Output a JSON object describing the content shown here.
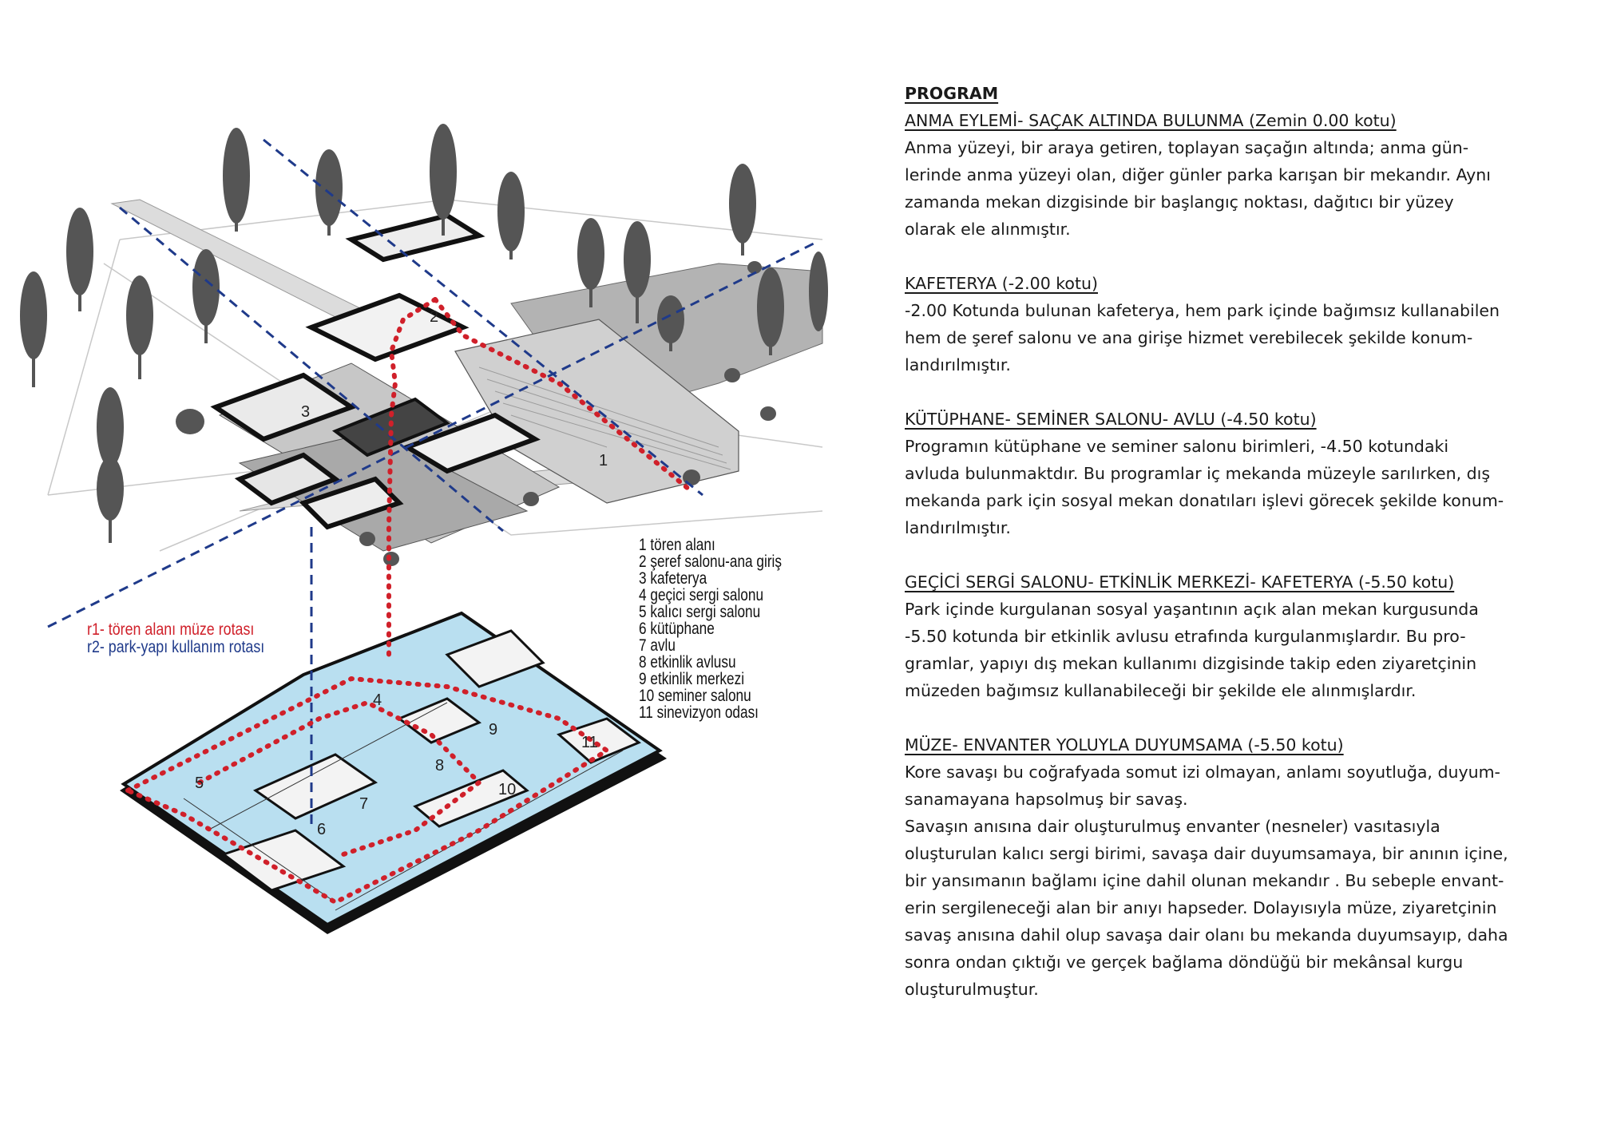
{
  "legend": {
    "items": [
      "1 tören alanı",
      "2 şeref salonu-ana giriş",
      "3 kafeterya",
      "4 geçici sergi salonu",
      "5 kalıcı sergi salonu",
      "6 kütüphane",
      "7 avlu",
      "8 etkinlik avlusu",
      "9 etkinlik merkezi",
      "10 seminer salonu",
      "11 sinevizyon odası"
    ]
  },
  "routes": {
    "r1": "r1- tören alanı müze rotası",
    "r2": "r2- park-yapı kullanım rotası",
    "r1_color": "#d0202a",
    "r2_color": "#1f3a8a"
  },
  "diagram_labels": {
    "n1": "1",
    "n2": "2",
    "n3": "3",
    "n4": "4",
    "n5": "5",
    "n6": "6",
    "n7": "7",
    "n8": "8",
    "n9": "9",
    "n10": "10",
    "n11": "11"
  },
  "program": {
    "title": "PROGRAM",
    "sections": [
      {
        "heading": "ANMA EYLEMİ- SAÇAK ALTINDA BULUNMA  (Zemin 0.00 kotu)",
        "lines": [
          "Anma yüzeyi, bir araya getiren, toplayan saçağın altında; anma gün-",
          "lerinde anma yüzeyi olan, diğer günler parka karışan bir mekandır. Aynı",
          "zamanda mekan dizgisinde bir başlangıç noktası, dağıtıcı bir yüzey",
          "olarak ele alınmıştır."
        ]
      },
      {
        "heading": "KAFETERYA (-2.00 kotu)",
        "lines": [
          "-2.00 Kotunda bulunan kafeterya, hem park içinde bağımsız kullanabilen",
          "hem de şeref salonu ve ana girişe hizmet verebilecek şekilde konum-",
          "landırılmıştır."
        ]
      },
      {
        "heading": "KÜTÜPHANE- SEMİNER SALONU- AVLU  (-4.50 kotu)",
        "lines": [
          "Programın kütüphane ve seminer salonu birimleri, -4.50 kotundaki",
          "avluda bulunmaktdır. Bu programlar iç mekanda müzeyle sarılırken, dış",
          "mekanda park için sosyal mekan donatıları işlevi görecek şekilde konum-",
          "landırılmıştır."
        ]
      },
      {
        "heading": "GEÇİCİ SERGİ SALONU- ETKİNLİK MERKEZİ- KAFETERYA (-5.50 kotu)",
        "lines": [
          "Park içinde kurgulanan sosyal yaşantının açık alan mekan kurgusunda",
          "-5.50 kotunda bir etkinlik avlusu etrafında kurgulanmışlardır. Bu pro-",
          "gramlar, yapıyı dış mekan kullanımı dizgisinde takip eden ziyaretçinin",
          "müzeden bağımsız kullanabileceği bir şekilde ele alınmışlardır."
        ]
      },
      {
        "heading": "MÜZE- ENVANTER YOLUYLA DUYUMSAMA    (-5.50 kotu)",
        "lines": [
          "Kore savaşı bu coğrafyada somut izi olmayan, anlamı soyutluğa, duyum-",
          "sanamayana hapsolmuş bir savaş.",
          "Savaşın anısına dair oluşturulmuş envanter (nesneler) vasıtasıyla",
          "oluşturulan kalıcı sergi birimi, savaşa dair duyumsamaya, bir anının içine,",
          "bir yansımanın bağlamı içine dahil olunan mekandır . Bu sebeple envant-",
          "erin sergileneceği alan bir anıyı hapseder. Dolayısıyla müze, ziyaretçinin",
          "savaş anısına dahil olup savaşa dair olanı bu mekanda duyumsayıp, daha",
          "sonra ondan çıktığı ve gerçek bağlama döndüğü bir mekânsal kurgu",
          "oluşturulmuştur."
        ]
      }
    ]
  }
}
